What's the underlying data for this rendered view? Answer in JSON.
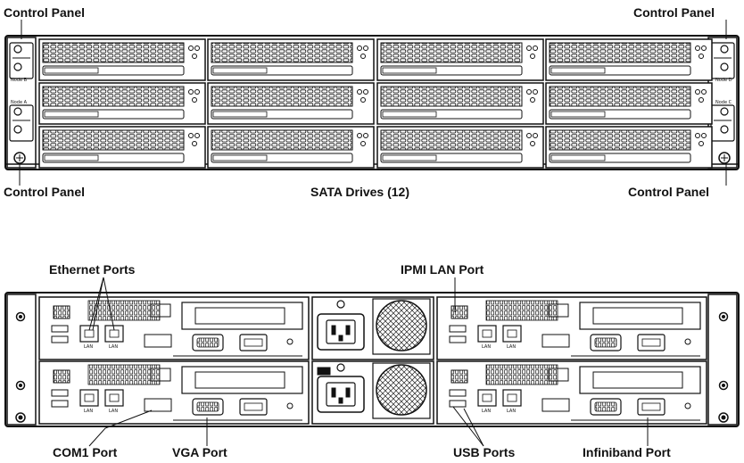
{
  "front_labels": {
    "top_left": "Control Panel",
    "top_right": "Control Panel",
    "bottom_left": "Control Panel",
    "bottom_right": "Control Panel",
    "drives": "SATA Drives (12)"
  },
  "node_labels": {
    "node_a": "Node A",
    "node_b": "Node B",
    "node_c": "Node C",
    "node_d": "Node D"
  },
  "rear_labels": {
    "ethernet": "Ethernet Ports",
    "ipmi": "IPMI LAN Port",
    "com1": "COM1 Port",
    "vga": "VGA Port",
    "usb": "USB Ports",
    "infiniband": "Infiniband Port"
  },
  "port_text": {
    "lan": "LAN"
  }
}
